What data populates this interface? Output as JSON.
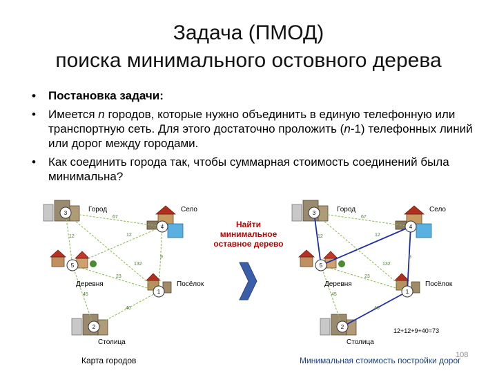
{
  "slide": {
    "title_line1": "Задача (ПМОД)",
    "title_line2": "поиска минимального остовного дерева",
    "bullet1": "Постановка задачи:",
    "bullet2_part1": "Имеется ",
    "bullet2_n": "n",
    "bullet2_part2": " городов, которые нужно объединить в единую телефонную или транспортную сеть. Для этого достаточно проложить (",
    "bullet2_n2": "n",
    "bullet2_part3": "-1) телефонных линий или дорог между городами.",
    "bullet3": "Как соединить города так, чтобы суммарная стоимость соединений была минимальна?",
    "middle_label": "Найти минимальное оставное дерево",
    "caption_left": "Карта городов",
    "caption_right": "Минимальная стоимость постройки дорог",
    "sum_text": "12+12+9+40=73",
    "page_number": "108"
  },
  "graph": {
    "nodes": [
      {
        "id": "3",
        "name": "Город"
      },
      {
        "id": "4",
        "name": "Село"
      },
      {
        "id": "5",
        "name": "Деревня"
      },
      {
        "id": "1",
        "name": "Посёлок"
      },
      {
        "id": "2",
        "name": "Столица"
      }
    ],
    "edges": [
      {
        "from": "3",
        "to": "4",
        "weight": "67"
      },
      {
        "from": "3",
        "to": "5",
        "weight": "12"
      },
      {
        "from": "5",
        "to": "4",
        "weight": "12"
      },
      {
        "from": "3",
        "to": "1",
        "weight": "132"
      },
      {
        "from": "4",
        "to": "1",
        "weight": "9"
      },
      {
        "from": "5",
        "to": "1",
        "weight": "23"
      },
      {
        "from": "5",
        "to": "2",
        "weight": "45"
      },
      {
        "from": "2",
        "to": "1",
        "weight": "40"
      }
    ],
    "mst_edges": [
      "3-5",
      "5-4",
      "4-1",
      "2-1"
    ],
    "edge_color": "#8fbc5a",
    "mst_color": "#1f2fa0"
  }
}
